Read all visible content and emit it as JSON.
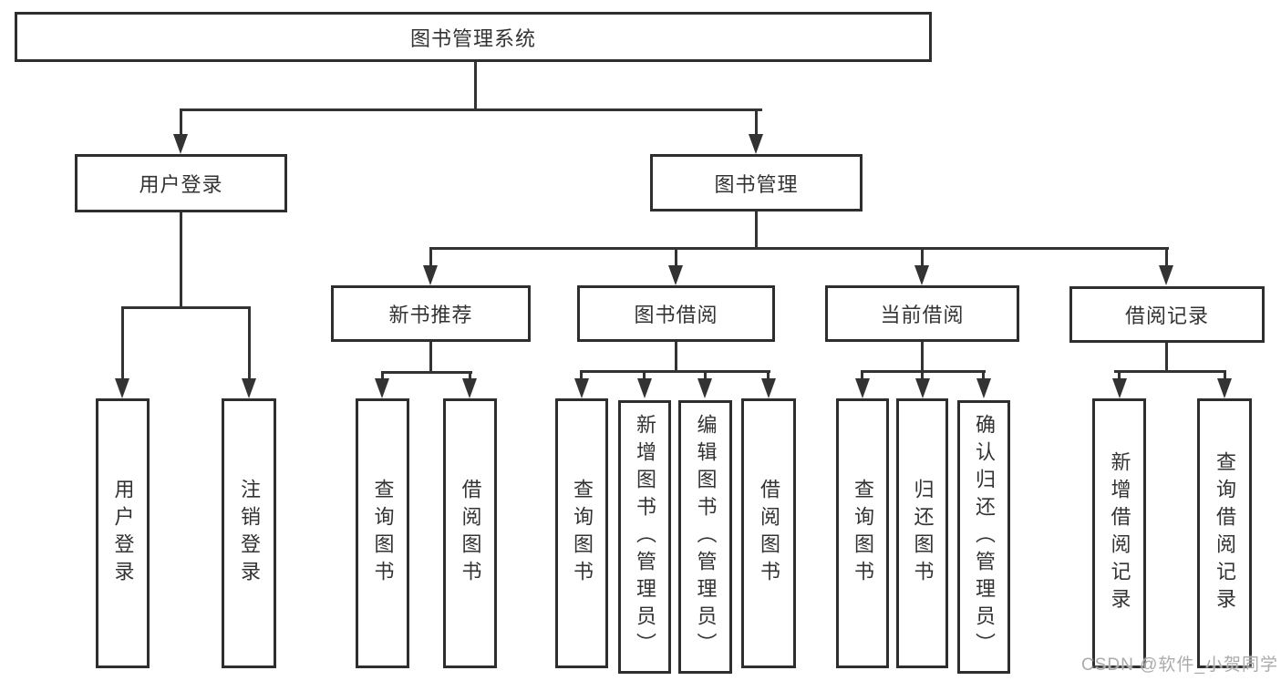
{
  "diagram": {
    "root": "图书管理系统",
    "level2": [
      {
        "label": "用户登录",
        "children": [
          "用户登录",
          "注销登录"
        ]
      },
      {
        "label": "图书管理",
        "modules": [
          {
            "label": "新书推荐",
            "children": [
              "查询图书",
              "借阅图书"
            ]
          },
          {
            "label": "图书借阅",
            "children": [
              "查询图书",
              "新增图书（管理员）",
              "编辑图书（管理员）",
              "借阅图书"
            ]
          },
          {
            "label": "当前借阅",
            "children": [
              "查询图书",
              "归还图书",
              "确认归还（管理员）"
            ]
          },
          {
            "label": "借阅记录",
            "children": [
              "新增借阅记录",
              "查询借阅记录"
            ]
          }
        ]
      }
    ]
  },
  "watermark": "CSDN @软件_小贺同学",
  "colors": {
    "line": "#333333",
    "box_border": "#2e2e2e",
    "text": "#333333",
    "watermark": "#ababab",
    "background": "#ffffff"
  }
}
